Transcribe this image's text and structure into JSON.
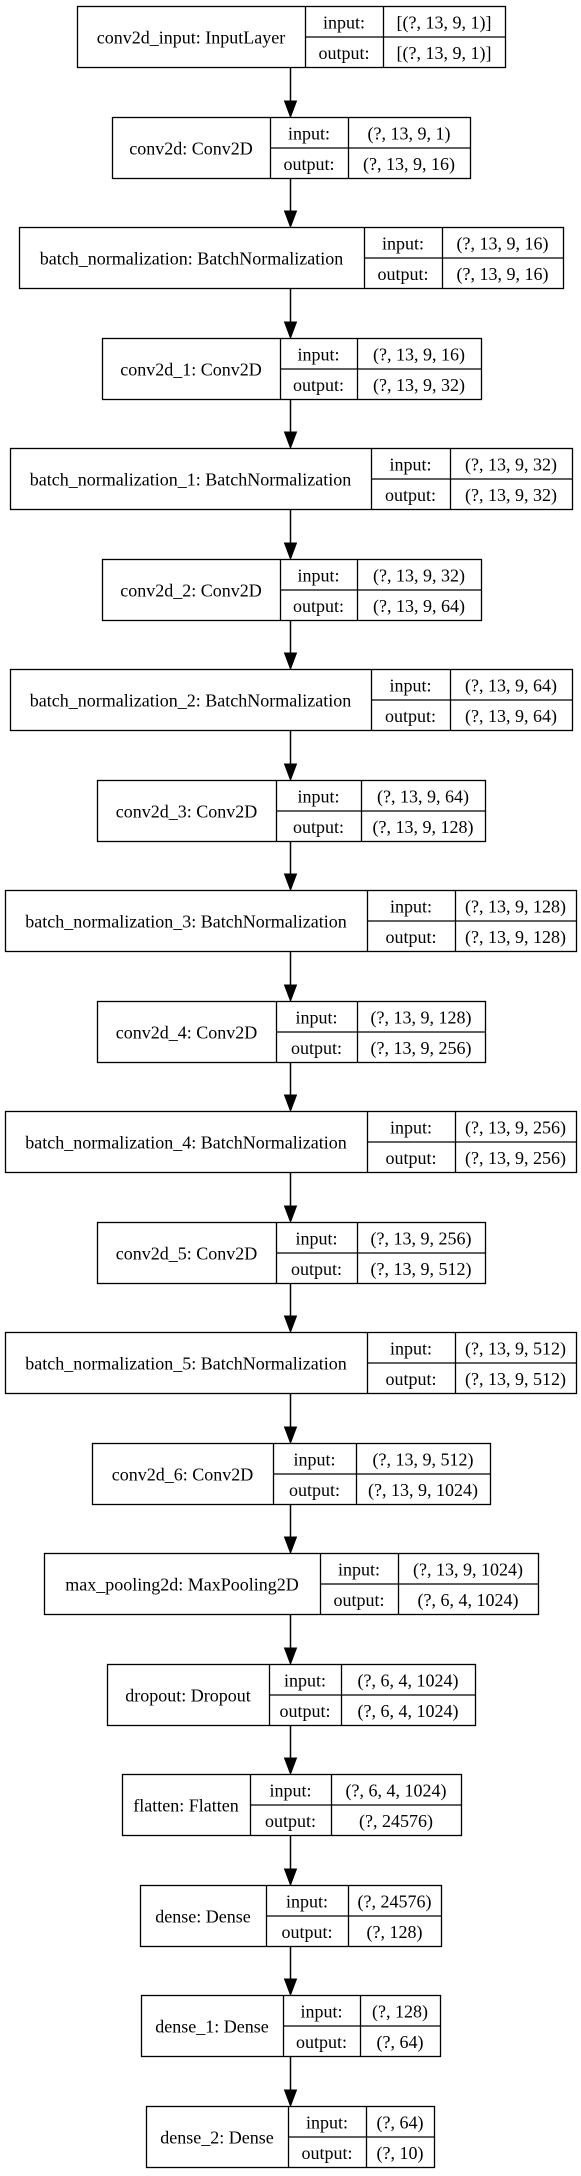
{
  "labels": {
    "input": "input:",
    "output": "output:"
  },
  "layers": [
    {
      "name": "conv2d_input: InputLayer",
      "input": "[(?, 13, 9, 1)]",
      "output": "[(?, 13, 9, 1)]"
    },
    {
      "name": "conv2d: Conv2D",
      "input": "(?, 13, 9, 1)",
      "output": "(?, 13, 9, 16)"
    },
    {
      "name": "batch_normalization: BatchNormalization",
      "input": "(?, 13, 9, 16)",
      "output": "(?, 13, 9, 16)"
    },
    {
      "name": "conv2d_1: Conv2D",
      "input": "(?, 13, 9, 16)",
      "output": "(?, 13, 9, 32)"
    },
    {
      "name": "batch_normalization_1: BatchNormalization",
      "input": "(?, 13, 9, 32)",
      "output": "(?, 13, 9, 32)"
    },
    {
      "name": "conv2d_2: Conv2D",
      "input": "(?, 13, 9, 32)",
      "output": "(?, 13, 9, 64)"
    },
    {
      "name": "batch_normalization_2: BatchNormalization",
      "input": "(?, 13, 9, 64)",
      "output": "(?, 13, 9, 64)"
    },
    {
      "name": "conv2d_3: Conv2D",
      "input": "(?, 13, 9, 64)",
      "output": "(?, 13, 9, 128)"
    },
    {
      "name": "batch_normalization_3: BatchNormalization",
      "input": "(?, 13, 9, 128)",
      "output": "(?, 13, 9, 128)"
    },
    {
      "name": "conv2d_4: Conv2D",
      "input": "(?, 13, 9, 128)",
      "output": "(?, 13, 9, 256)"
    },
    {
      "name": "batch_normalization_4: BatchNormalization",
      "input": "(?, 13, 9, 256)",
      "output": "(?, 13, 9, 256)"
    },
    {
      "name": "conv2d_5: Conv2D",
      "input": "(?, 13, 9, 256)",
      "output": "(?, 13, 9, 512)"
    },
    {
      "name": "batch_normalization_5: BatchNormalization",
      "input": "(?, 13, 9, 512)",
      "output": "(?, 13, 9, 512)"
    },
    {
      "name": "conv2d_6: Conv2D",
      "input": "(?, 13, 9, 512)",
      "output": "(?, 13, 9, 1024)"
    },
    {
      "name": "max_pooling2d: MaxPooling2D",
      "input": "(?, 13, 9, 1024)",
      "output": "(?, 6, 4, 1024)"
    },
    {
      "name": "dropout: Dropout",
      "input": "(?, 6, 4, 1024)",
      "output": "(?, 6, 4, 1024)"
    },
    {
      "name": "flatten: Flatten",
      "input": "(?, 6, 4, 1024)",
      "output": "(?, 24576)"
    },
    {
      "name": "dense: Dense",
      "input": "(?, 24576)",
      "output": "(?, 128)"
    },
    {
      "name": "dense_1: Dense",
      "input": "(?, 128)",
      "output": "(?, 64)"
    },
    {
      "name": "dense_2: Dense",
      "input": "(?, 64)",
      "output": "(?, 10)"
    }
  ]
}
